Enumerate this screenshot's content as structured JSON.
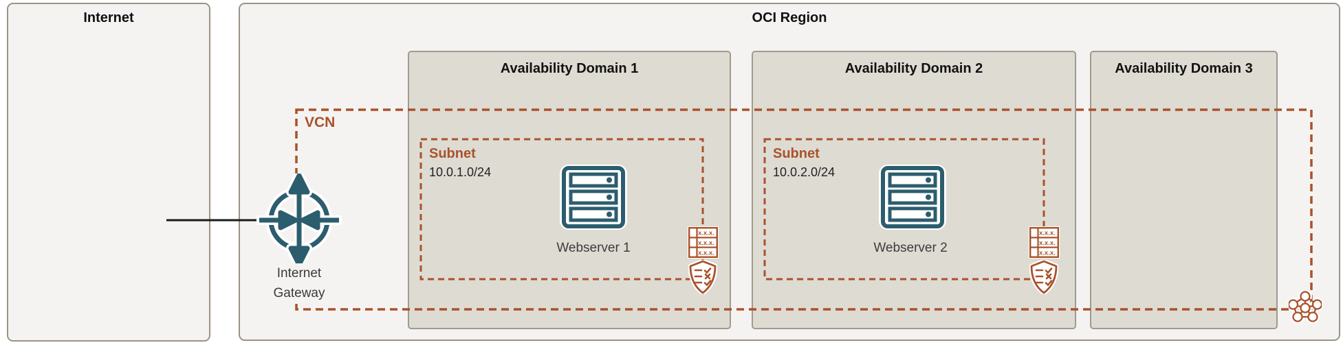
{
  "internet": {
    "title": "Internet"
  },
  "region": {
    "title": "OCI Region"
  },
  "vcn": {
    "label": "VCN"
  },
  "internet_gateway": {
    "label_line1": "Internet",
    "label_line2": "Gateway"
  },
  "availability_domains": [
    {
      "title": "Availability Domain 1"
    },
    {
      "title": "Availability Domain 2"
    },
    {
      "title": "Availability Domain 3"
    }
  ],
  "subnets": [
    {
      "label": "Subnet",
      "cidr": "10.0.1.0/24",
      "server": "Webserver 1"
    },
    {
      "label": "Subnet",
      "cidr": "10.0.2.0/24",
      "server": "Webserver 2"
    }
  ],
  "icons": {
    "route_table_cell": "x.x.x."
  },
  "colors": {
    "accent_orange": "#A9522B",
    "icon_teal": "#2C5D6E",
    "outer_box_bg": "#F4F3F2",
    "ad_box_bg": "#DEDBD3",
    "connector_black": "#1A1A1A"
  }
}
